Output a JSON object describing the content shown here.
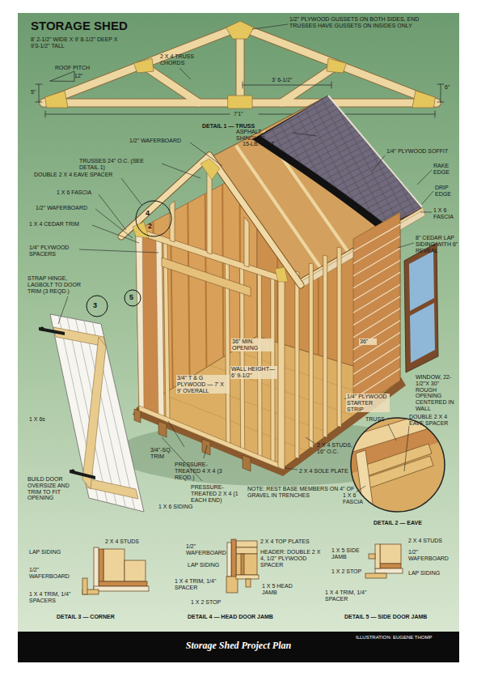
{
  "diagram": {
    "title": "STORAGE SHED",
    "caption": "Storage Shed Project Plan",
    "labels": [
      "8' 2-1/2\" WIDE X 9' 8-1/2\" DEEP X 9'3-1/2\" TALL",
      "ROOF PITCH",
      "12\"",
      "5\"",
      "2 X 4 TRUSS CHORDS",
      "1/2\" PLYWOOD GUSSETS ON BOTH SIDES, END TRUSSES HAVE GUSSETS ON INSIDES ONLY",
      "3' 6-1/2\"",
      "6\"",
      "7'1\"",
      "DETAIL 1 — TRUSS",
      "ASPHALT SHINGLES",
      "15-LB. FELT",
      "1/2\" WAFERBOARD",
      "TRUSSES 24\" O.C. (SEE DETAIL 1)",
      "DOUBLE 2 X 4 EAVE SPACER",
      "1 X 6 FASCIA",
      "1/2\" WAFERBOARD",
      "1 X 4 CEDAR TRIM",
      "1/4\" PLYWOOD SPACERS",
      "STRAP HINGE, LAGBOLT TO DOOR TRIM (3 REQD.)",
      "2",
      "4",
      "3",
      "5",
      "1/4\" PLYWOOD SOFFIT",
      "RAKE EDGE",
      "DRIP EDGE",
      "1 X 6 FASCIA",
      "8\" CEDAR LAP SIDING WITH 6\" REVEAL",
      "36\" MIN. OPENING",
      "36\"",
      "WALL HEIGHT— 6' 9-1/2\"",
      "3/4\" T & G PLYWOOD — 7' X 9' OVERALL",
      "WINDOW, 22-1/2\"X 30\" ROUGH OPENING CENTERED IN WALL",
      "1/4\" PLYWOOD STARTER STRIP",
      "1 X 6s",
      "3/4\"-SQ. TRIM",
      "2 X 4 STUDS, 16\" O.C.",
      "PRESSURE-TREATED 4 X 4 (3 REQD.)",
      "2 X 4 SOLE PLATE",
      "BUILD DOOR OVERSIZE AND TRIM TO FIT OPENING",
      "PRESSURE- TREATED 2 X 4 (1 EACH END)",
      "NOTE: REST BASE MEMBERS ON 4\" OF GRAVEL IN TRENCHES",
      "1 X 6 SIDING",
      "TRUSS",
      "DOUBLE 2 X 4 EAVE SPACER",
      "1 X 6 FASCIA",
      "DETAIL 2 — EAVE",
      "LAP SIDING",
      "2 X 4 STUDS",
      "1/2\" WAFERBOARD",
      "1 X 4 TRIM, 1/4\" SPACERS",
      "DETAIL 3 — CORNER",
      "1/2\" WAFERBOARD",
      "2 X 4 TOP PLATES",
      "LAP SIDING",
      "HEADER: DOUBLE 2 X 4, 1/2\" PLYWOOD SPACER",
      "1 X 4 TRIM, 1/4\" SPACER",
      "1 X 5 HEAD JAMB",
      "1 X 2 STOP",
      "DETAIL 4 — HEAD DOOR JAMB",
      "1 X 5 SIDE JAMB",
      "2 X 4 STUDS",
      "1/2\" WAFERBOARD",
      "1 X 2 STOP",
      "LAP SIDING",
      "1 X 4 TRIM, 1/4\" SPACER",
      "DETAIL 5 — SIDE DOOR JAMB",
      "ILLUSTRATION: EUGENE THOMP"
    ]
  }
}
